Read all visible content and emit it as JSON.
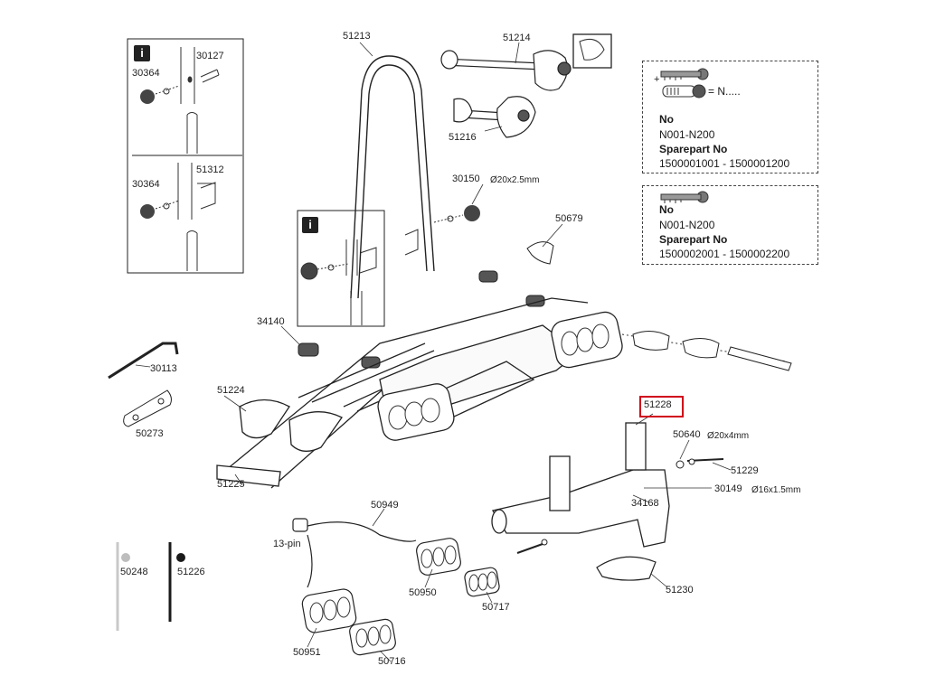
{
  "info_badge": "i",
  "parts": {
    "p51213": "51213",
    "p51214": "51214",
    "p51216": "51216",
    "p30150": "30150",
    "dim_30150": "Ø20x2.5mm",
    "p50679": "50679",
    "p34140": "34140",
    "p30113": "30113",
    "p50273": "50273",
    "p51224": "51224",
    "p51225": "51225",
    "p51228": "51228",
    "p50640": "50640",
    "dim_50640": "Ø20x4mm",
    "p51229": "51229",
    "p30149": "30149",
    "dim_30149": "Ø16x1.5mm",
    "p34168": "34168",
    "p51230": "51230",
    "p50949": "50949",
    "pin13": "13-pin",
    "p50950": "50950",
    "p50717": "50717",
    "p50951": "50951",
    "p50716": "50716",
    "p50248": "50248",
    "p51226": "51226"
  },
  "inset_top": {
    "p30127": "30127",
    "p30364a": "30364",
    "p30364b": "30364",
    "p51312": "51312"
  },
  "key_box_1": {
    "formula": "= N.....",
    "plus": "+",
    "no_label": "No",
    "no_value": "N001-N200",
    "spare_label": "Sparepart No",
    "spare_value": "1500001001 - 1500001200"
  },
  "key_box_2": {
    "no_label": "No",
    "no_value": "N001-N200",
    "spare_label": "Sparepart No",
    "spare_value": "1500002001 - 1500002200"
  },
  "colors": {
    "highlight": "#d0021b",
    "line": "#222222",
    "tie_grey": "#bdbdbd",
    "tie_black": "#1a1a1a"
  }
}
